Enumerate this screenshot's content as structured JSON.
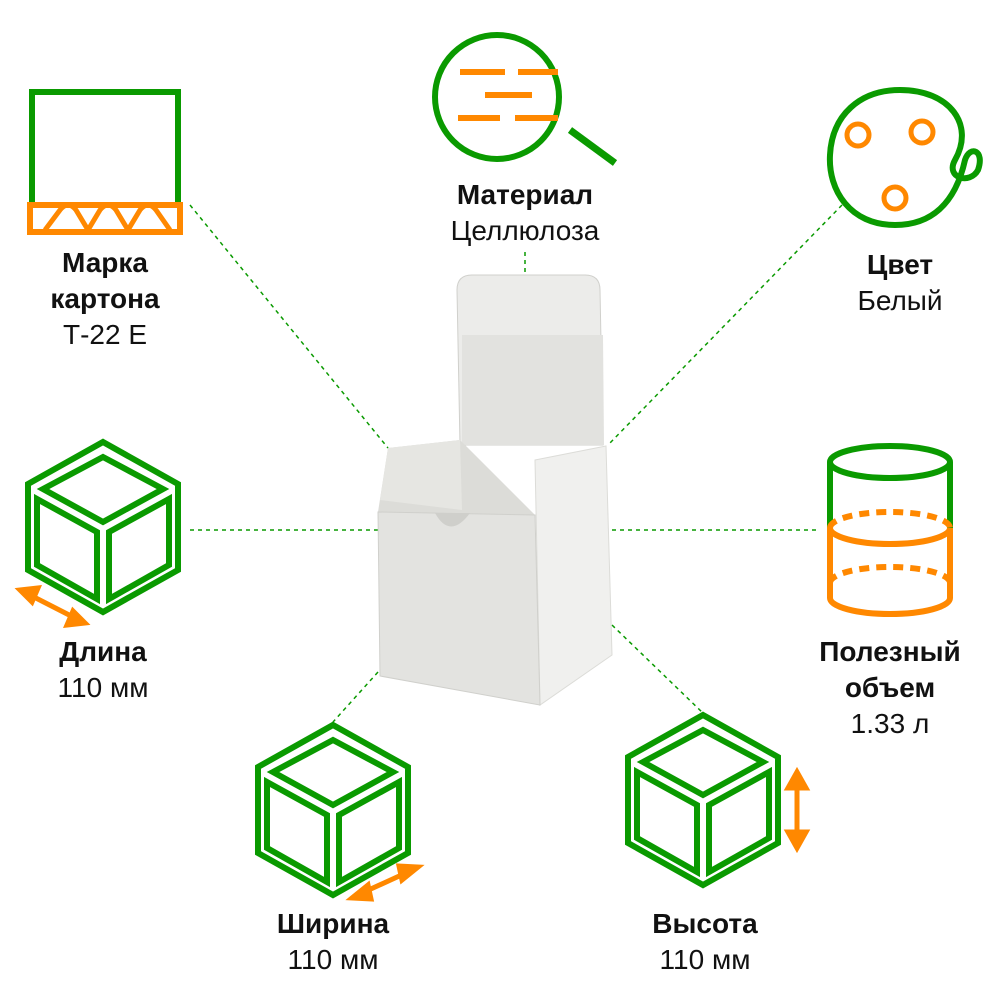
{
  "colors": {
    "green": "#0a9a00",
    "orange": "#ff8800"
  },
  "specs": {
    "grade": {
      "title_1": "Марка",
      "title_2": "картона",
      "value": "Т-22 Е",
      "icon": "corrugated-board-icon"
    },
    "material": {
      "title": "Материал",
      "value": "Целлюлоза",
      "icon": "magnifier-icon"
    },
    "color": {
      "title": "Цвет",
      "value": "Белый",
      "icon": "palette-icon"
    },
    "length": {
      "title": "Длина",
      "value": "110 мм",
      "icon": "cube-length-icon"
    },
    "volume": {
      "title_1": "Полезный",
      "title_2": "объем",
      "value": "1.33 л",
      "icon": "cylinder-icon"
    },
    "width": {
      "title": "Ширина",
      "value": "110 мм",
      "icon": "cube-width-icon"
    },
    "height": {
      "title": "Высота",
      "value": "110 мм",
      "icon": "cube-height-icon"
    }
  }
}
